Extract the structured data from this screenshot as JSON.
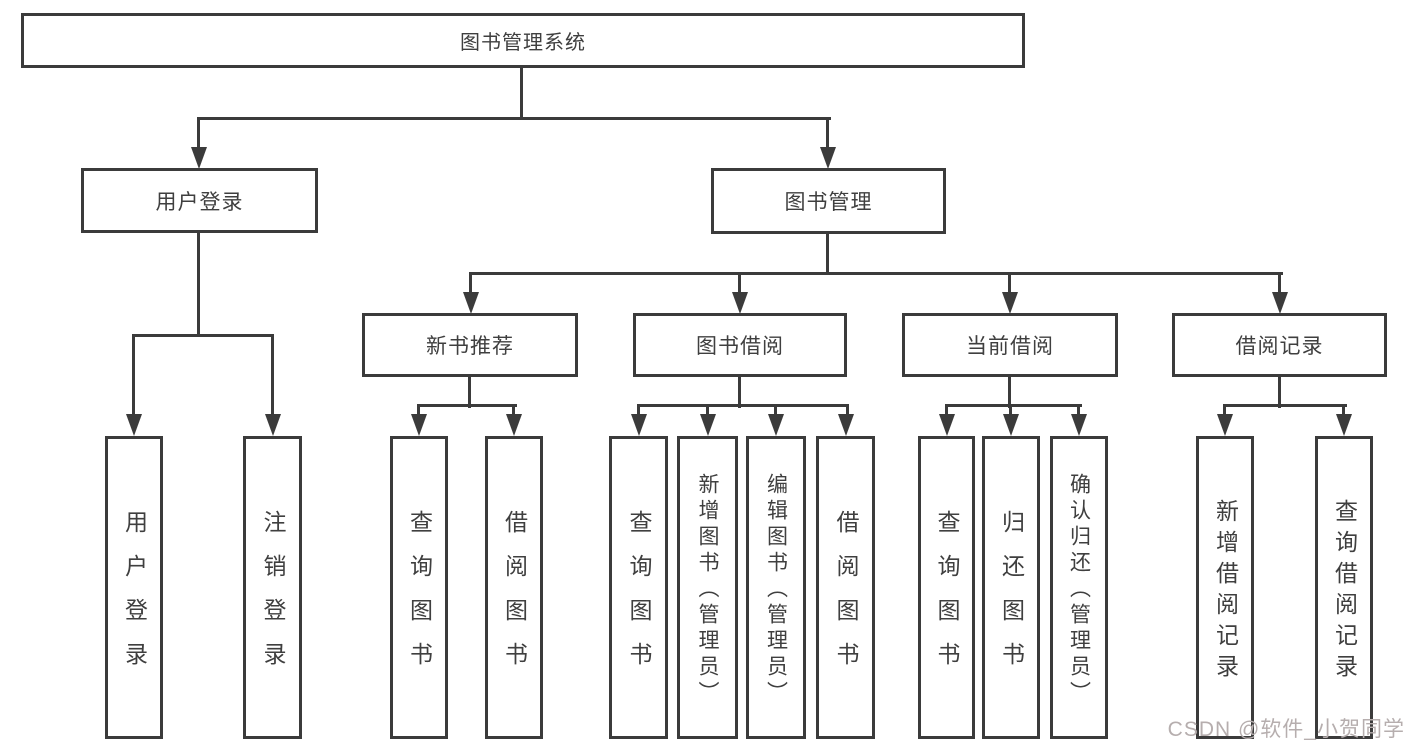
{
  "diagram_title": "图书管理系统",
  "tree": {
    "label": "图书管理系统",
    "children": [
      {
        "label": "用户登录",
        "children": [
          {
            "label": "用户登录"
          },
          {
            "label": "注销登录"
          }
        ]
      },
      {
        "label": "图书管理",
        "children": [
          {
            "label": "新书推荐",
            "children": [
              {
                "label": "查询图书"
              },
              {
                "label": "借阅图书"
              }
            ]
          },
          {
            "label": "图书借阅",
            "children": [
              {
                "label": "查询图书"
              },
              {
                "label": "新增图书（管理员）"
              },
              {
                "label": "编辑图书（管理员）"
              },
              {
                "label": "借阅图书"
              }
            ]
          },
          {
            "label": "当前借阅",
            "children": [
              {
                "label": "查询图书"
              },
              {
                "label": "归还图书"
              },
              {
                "label": "确认归还（管理员）"
              }
            ]
          },
          {
            "label": "借阅记录",
            "children": [
              {
                "label": "新增借阅记录"
              },
              {
                "label": "查询借阅记录"
              }
            ]
          }
        ]
      }
    ]
  },
  "watermark": {
    "text": "CSDN @软件_小贺同学"
  },
  "colors": {
    "line": "#3b3b3b",
    "text": "#3f3f3f",
    "watermark": "#b6aeae",
    "background": "#ffffff"
  }
}
